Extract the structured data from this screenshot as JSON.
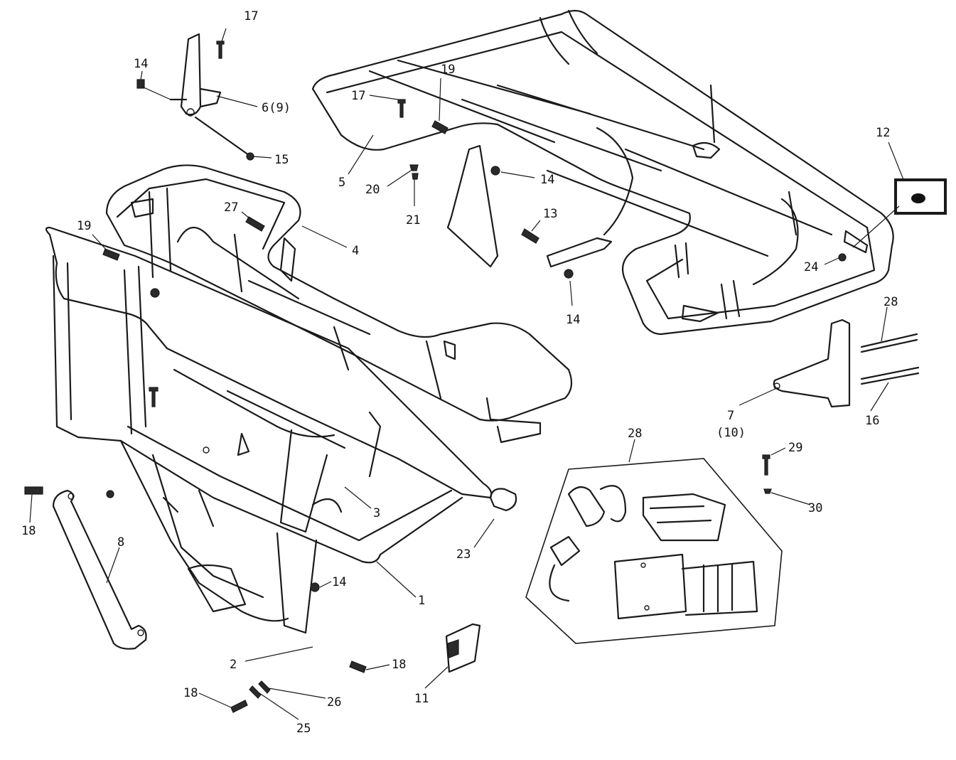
{
  "diagram": {
    "callouts": {
      "c17a": "17",
      "c14a": "14",
      "c6_9": "6(9)",
      "c15": "15",
      "c19a": "19",
      "c17b": "17",
      "c5": "5",
      "c20": "20",
      "c21": "21",
      "c14b": "14",
      "c12": "12",
      "c27": "27",
      "c4": "4",
      "c19b": "19",
      "c13": "13",
      "c14c": "14",
      "c24": "24",
      "c28a": "28",
      "c7": "7",
      "c10": "(10)",
      "c16": "16",
      "c28b": "28",
      "c29": "29",
      "c30": "30",
      "c18a": "18",
      "c8": "8",
      "c3": "3",
      "c23": "23",
      "c14d": "14",
      "c1": "1",
      "c2": "2",
      "c18b": "18",
      "c18c": "18",
      "c26": "26",
      "c25": "25",
      "c11": "11"
    }
  }
}
